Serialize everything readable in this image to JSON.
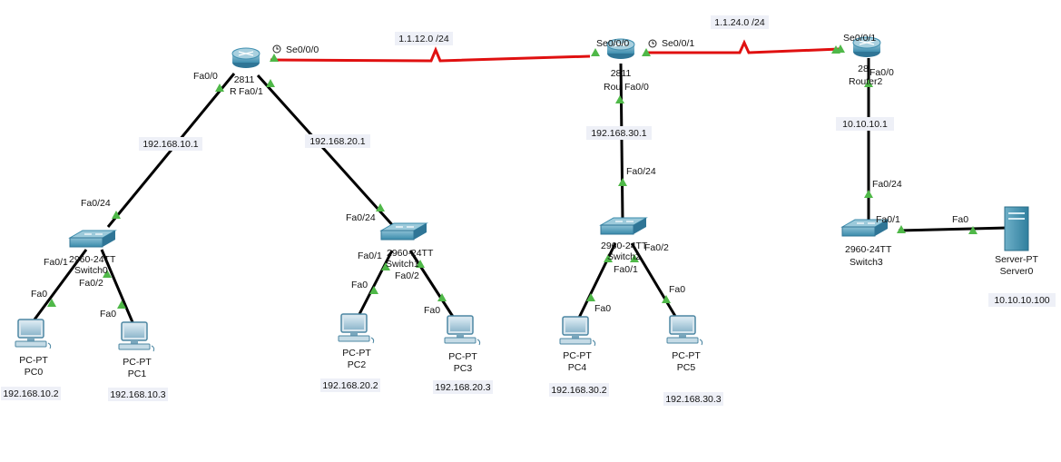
{
  "colors": {
    "link": "#000000",
    "serial": "#e01010",
    "port": "#4fb848",
    "device": "#3f8fb0",
    "ip_bg": "#eef0f7"
  },
  "devices": {
    "r0": {
      "model": "2811",
      "name": "R",
      "icon": "router-icon"
    },
    "r1": {
      "model": "2811",
      "name": "Rou",
      "icon": "router-icon"
    },
    "r2": {
      "model": "28",
      "name": "Router2",
      "icon": "router-icon"
    },
    "sw0": {
      "model": "2960-24TT",
      "name": "Switch0",
      "icon": "switch-icon"
    },
    "sw1": {
      "model": "2960-24TT",
      "name": "Switch1",
      "icon": "switch-icon"
    },
    "sw2": {
      "model": "2960-24TT",
      "name": "Switch2",
      "icon": "switch-icon"
    },
    "sw3": {
      "model": "2960-24TT",
      "name": "Switch3",
      "icon": "switch-icon"
    },
    "pc0": {
      "model": "PC-PT",
      "name": "PC0",
      "icon": "pc-icon"
    },
    "pc1": {
      "model": "PC-PT",
      "name": "PC1",
      "icon": "pc-icon"
    },
    "pc2": {
      "model": "PC-PT",
      "name": "PC2",
      "icon": "pc-icon"
    },
    "pc3": {
      "model": "PC-PT",
      "name": "PC3",
      "icon": "pc-icon"
    },
    "pc4": {
      "model": "PC-PT",
      "name": "PC4",
      "icon": "pc-icon"
    },
    "pc5": {
      "model": "PC-PT",
      "name": "PC5",
      "icon": "pc-icon"
    },
    "srv0": {
      "model": "Server-PT",
      "name": "Server0",
      "icon": "server-icon"
    }
  },
  "ports": {
    "r0_se": "Se0/0/0",
    "r0_fa0": "Fa0/0",
    "r0_fa1": "Fa0/1",
    "r1_se0": "Se0/0/0",
    "r1_se1": "Se0/0/1",
    "r1_fa0": "Fa0/0",
    "r2_se1": "Se0/0/1",
    "r2_fa0": "Fa0/0",
    "sw0_fa24": "Fa0/24",
    "sw0_fa1": "Fa0/1",
    "sw0_fa2": "Fa0/2",
    "sw1_fa24": "Fa0/24",
    "sw1_fa1": "Fa0/1",
    "sw1_fa2": "Fa0/2",
    "sw2_fa24": "Fa0/24",
    "sw2_fa1": "Fa0/1",
    "sw2_fa2": "Fa0/2",
    "sw3_fa24": "Fa0/24",
    "sw3_fa1": "Fa0/1",
    "pc0_fa": "Fa0",
    "pc1_fa": "Fa0",
    "pc2_fa": "Fa0",
    "pc3_fa": "Fa0",
    "pc4_fa": "Fa0",
    "pc5_fa": "Fa0",
    "srv0_fa": "Fa0"
  },
  "networks": {
    "net_r0_r1": "1.1.12.0 /24",
    "net_r1_r2": "1.1.24.0 /24"
  },
  "ips": {
    "r0_fa0": "192.168.10.1",
    "r0_fa1": "192.168.20.1",
    "r1_fa0": "192.168.30.1",
    "r2_fa0": "10.10.10.1",
    "pc0": "192.168.10.2",
    "pc1": "192.168.10.3",
    "pc2": "192.168.20.2",
    "pc3": "192.168.20.3",
    "pc4": "192.168.30.2",
    "pc5": "192.168.30.3",
    "srv0": "10.10.10.100"
  }
}
